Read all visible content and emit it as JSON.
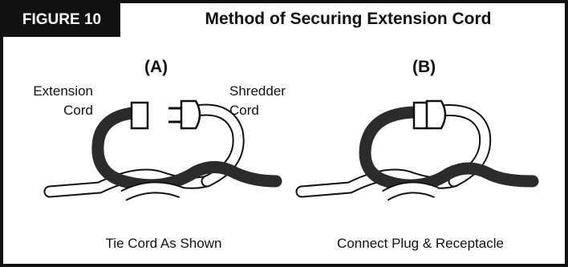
{
  "figure": {
    "tag": "FIGURE 10",
    "title": "Method of Securing Extension Cord"
  },
  "panels": {
    "a": {
      "label": "(A)",
      "left_cord_line1": "Extension",
      "left_cord_line2": "Cord",
      "right_cord_line1": "Shredder",
      "right_cord_line2": "Cord",
      "caption": "Tie Cord As Shown"
    },
    "b": {
      "label": "(B)",
      "caption": "Connect Plug & Receptacle"
    }
  },
  "colors": {
    "ink": "#111111",
    "dark_cord": "#2b2b2b",
    "light_cord": "#ffffff"
  }
}
